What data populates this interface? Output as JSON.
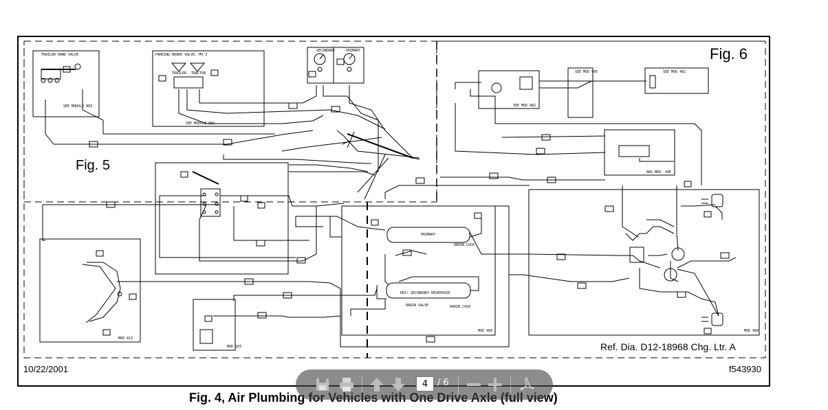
{
  "diagram": {
    "fig5_label": "Fig. 5",
    "fig6_label": "Fig. 6",
    "reference": "Ref. Dia. D12-18968 Chg. Ltr. A",
    "date": "10/22/2001",
    "figure_number": "f543930",
    "caption": "Fig. 4, Air Plumbing for Vehicles with One Drive Axle (full view)",
    "labels": {
      "trailer_hand_valve": "TRAILER HAND VALVE",
      "see_module_883": "SEE MODULE 883",
      "parking_brake_valve": "PARKING BRAKE VALVE, MV-3",
      "trailer": "TRAILER",
      "tractor": "TRACTOR",
      "see_module_882": "SEE MODULE 882",
      "secondary": "SECONDARY",
      "primary_gauge": "PRIMARY",
      "see_mod_482": "SEE MOD 482",
      "see_mod_905": "SEE MOD 905",
      "see_mod_481": "SEE MOD 481",
      "abs_mod": "ABS MOD. 49E",
      "primary_tank": "PRIMARY",
      "drain_cock_1": "DRAIN COCK",
      "secondary_reservoir": "DRY/ SECONDARY RESERVOIR",
      "drain_valve": "DRAIN VALVE",
      "drain_cock_2": "DRAIN COCK",
      "mod_413": "MOD 413",
      "mod_460": "MOD 460",
      "mod_480": "MOD 480",
      "mod_103": "MOD 103"
    }
  },
  "toolbar": {
    "current_page": "4",
    "total_pages": "/ 6",
    "icons": [
      "save-icon",
      "print-icon",
      "arrow-up-icon",
      "arrow-down-icon",
      "zoom-out-icon",
      "zoom-in-icon",
      "acrobat-icon"
    ]
  }
}
